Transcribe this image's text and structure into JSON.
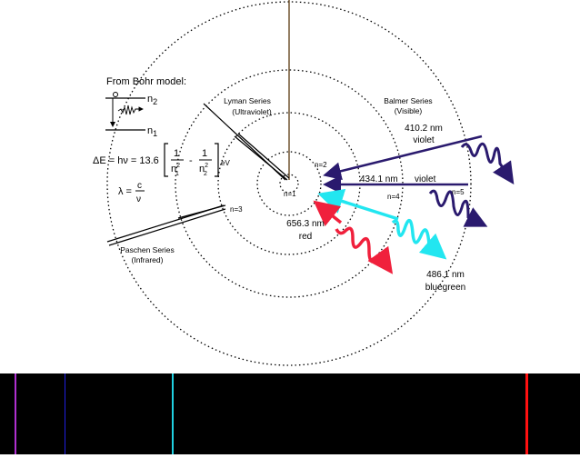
{
  "bohr": {
    "title": "From Bohr model:",
    "n2": "n",
    "n2_sub": "2",
    "n1": "n",
    "n1_sub": "1",
    "equation_lhs": "ΔE = hν = 13.6",
    "equation_unit": "eV",
    "lambda_eq": "λ =",
    "lambda_num": "c",
    "lambda_den": "ν"
  },
  "series": {
    "lyman": {
      "name": "Lyman Series",
      "region": "(Ultraviolet)"
    },
    "balmer": {
      "name": "Balmer Series",
      "region": "(Visible)"
    },
    "paschen": {
      "name": "Paschen Series",
      "region": "(Infrared)"
    }
  },
  "levels": [
    "n=1",
    "n=2",
    "n=3",
    "n=4",
    "n=5"
  ],
  "lines": [
    {
      "wavelength": "410.2 nm",
      "color_name": "violet",
      "color": "#2a1a6e"
    },
    {
      "wavelength": "434.1 nm",
      "color_name": "violet",
      "color": "#2a1a6e"
    },
    {
      "wavelength": "486.1 nm",
      "color_name": "bluegreen",
      "color": "#22e6f0"
    },
    {
      "wavelength": "656.3 nm",
      "color_name": "red",
      "color": "#f0203c"
    }
  ],
  "spectrum": [
    {
      "nm": 410.2,
      "color": "#b030d0"
    },
    {
      "nm": 434.1,
      "color": "#2020e0"
    },
    {
      "nm": 486.1,
      "color": "#20d0e0"
    },
    {
      "nm": 656.3,
      "color": "#ff1010"
    }
  ]
}
